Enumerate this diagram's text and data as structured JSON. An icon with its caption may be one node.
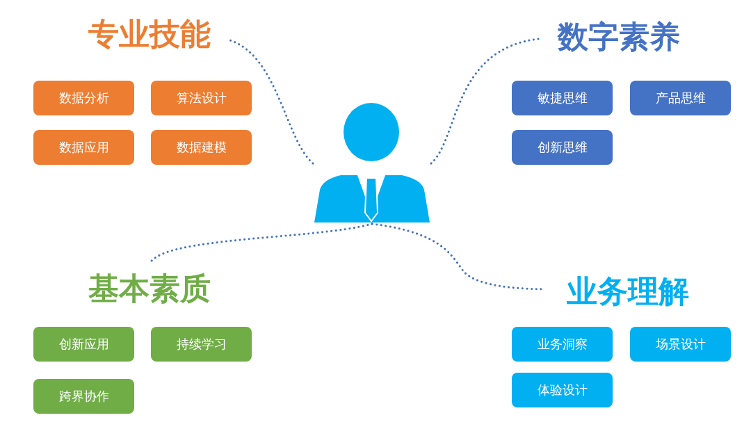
{
  "diagram": {
    "nodes": [
      {
        "text": [],
        "shape": "person"
      },
      {
        "text": [
          "专业技能"
        ]
      },
      {
        "text": [
          "数据分析"
        ]
      },
      {
        "text": [
          "算法设计"
        ]
      },
      {
        "text": [
          "数据应用"
        ]
      },
      {
        "text": [
          "数据建模"
        ]
      },
      {
        "text": [
          "数字素养"
        ]
      },
      {
        "text": [
          "敏捷思维"
        ]
      },
      {
        "text": [
          "产品思维"
        ]
      },
      {
        "text": [
          "创新思维"
        ]
      },
      {
        "text": [
          "基本素质"
        ]
      },
      {
        "text": [
          "创新应用"
        ]
      },
      {
        "text": [
          "持续学习"
        ]
      },
      {
        "text": [
          "跨界协作"
        ]
      },
      {
        "text": [
          "业务理解"
        ]
      },
      {
        "text": [
          "业务洞察"
        ]
      },
      {
        "text": [
          "场景设计"
        ]
      },
      {
        "text": [
          "体验设计"
        ]
      }
    ],
    "edges": [
      {
        "from": 0,
        "to": 1,
        "arrow": "none",
        "style": "dashed"
      },
      {
        "from": 0,
        "to": 6,
        "arrow": "none",
        "style": "dashed"
      },
      {
        "from": 0,
        "to": 10,
        "arrow": "none",
        "style": "dashed"
      },
      {
        "from": 0,
        "to": 14,
        "arrow": "none",
        "style": "dashed"
      }
    ]
  }
}
